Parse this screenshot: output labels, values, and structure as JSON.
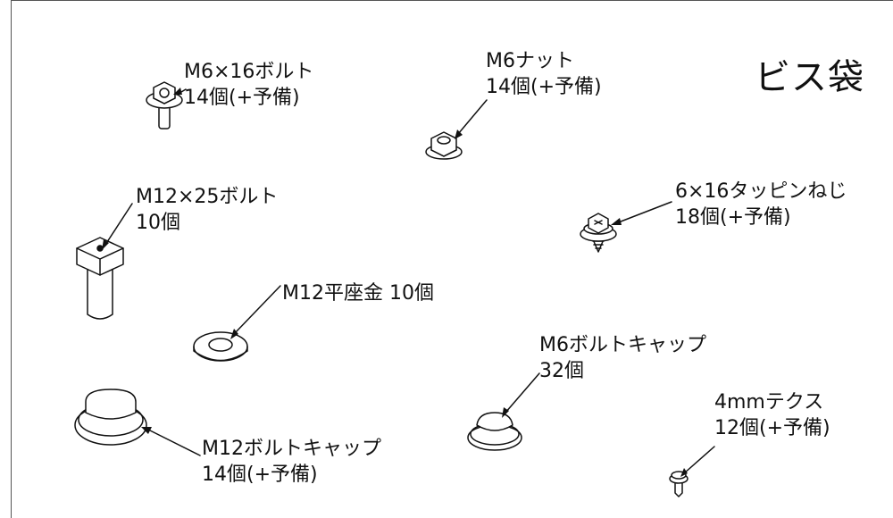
{
  "title": "ビス袋",
  "parts": {
    "m6_bolt": {
      "name": "M6×16ボルト",
      "qty": "14個(+予備)"
    },
    "m6_nut": {
      "name": "M6ナット",
      "qty": "14個(+予備)"
    },
    "tapping_screw": {
      "name": "6×16タッピンねじ",
      "qty": "18個(+予備)"
    },
    "m12_bolt": {
      "name": "M12×25ボルト",
      "qty": "10個"
    },
    "m12_washer": {
      "name": "M12平座金 10個"
    },
    "m6_cap": {
      "name": "M6ボルトキャップ",
      "qty": "32個"
    },
    "m12_cap": {
      "name": "M12ボルトキャップ",
      "qty": "14個(+予備)"
    },
    "teks": {
      "name": "4mmテクス",
      "qty": "12個(+予備)"
    }
  }
}
